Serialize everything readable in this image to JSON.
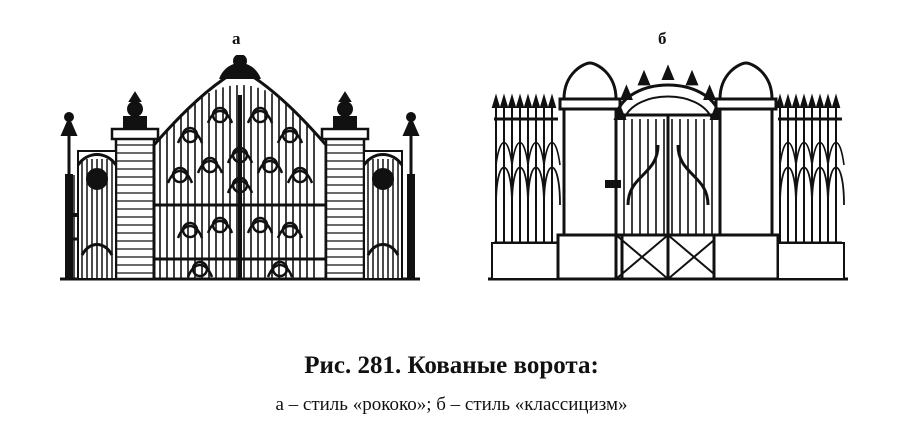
{
  "figures": {
    "a": {
      "label": "а",
      "style": "рококо"
    },
    "b": {
      "label": "б",
      "style": "классицизм"
    }
  },
  "caption": {
    "title": "Рис. 281. Кованые ворота:",
    "subtitle": "а – стиль «рококо»; б – стиль «классицизм»"
  },
  "colors": {
    "ink": "#111111",
    "paper": "#ffffff"
  }
}
